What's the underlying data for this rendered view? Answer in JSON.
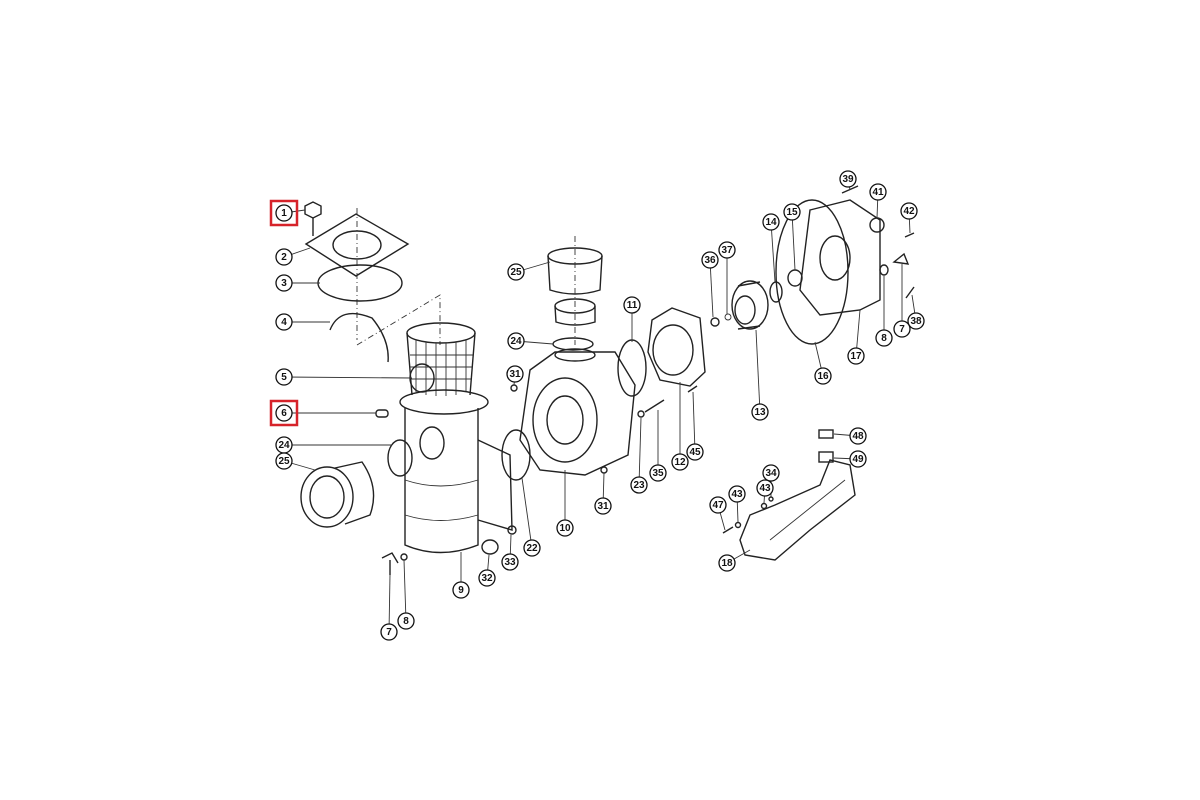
{
  "diagram": {
    "title": "Pump exploded parts diagram",
    "highlight_color": "#d6232a",
    "highlighted_parts": [
      "1",
      "6"
    ],
    "callouts": [
      "1",
      "2",
      "3",
      "4",
      "5",
      "6",
      "24",
      "25",
      "25",
      "24",
      "31",
      "11",
      "10",
      "22",
      "9",
      "32",
      "33",
      "7",
      "8",
      "31",
      "23",
      "35",
      "12",
      "45",
      "13",
      "36",
      "37",
      "14",
      "15",
      "39",
      "41",
      "42",
      "16",
      "17",
      "8",
      "7",
      "38",
      "48",
      "49",
      "34",
      "43",
      "43",
      "47",
      "18"
    ]
  }
}
